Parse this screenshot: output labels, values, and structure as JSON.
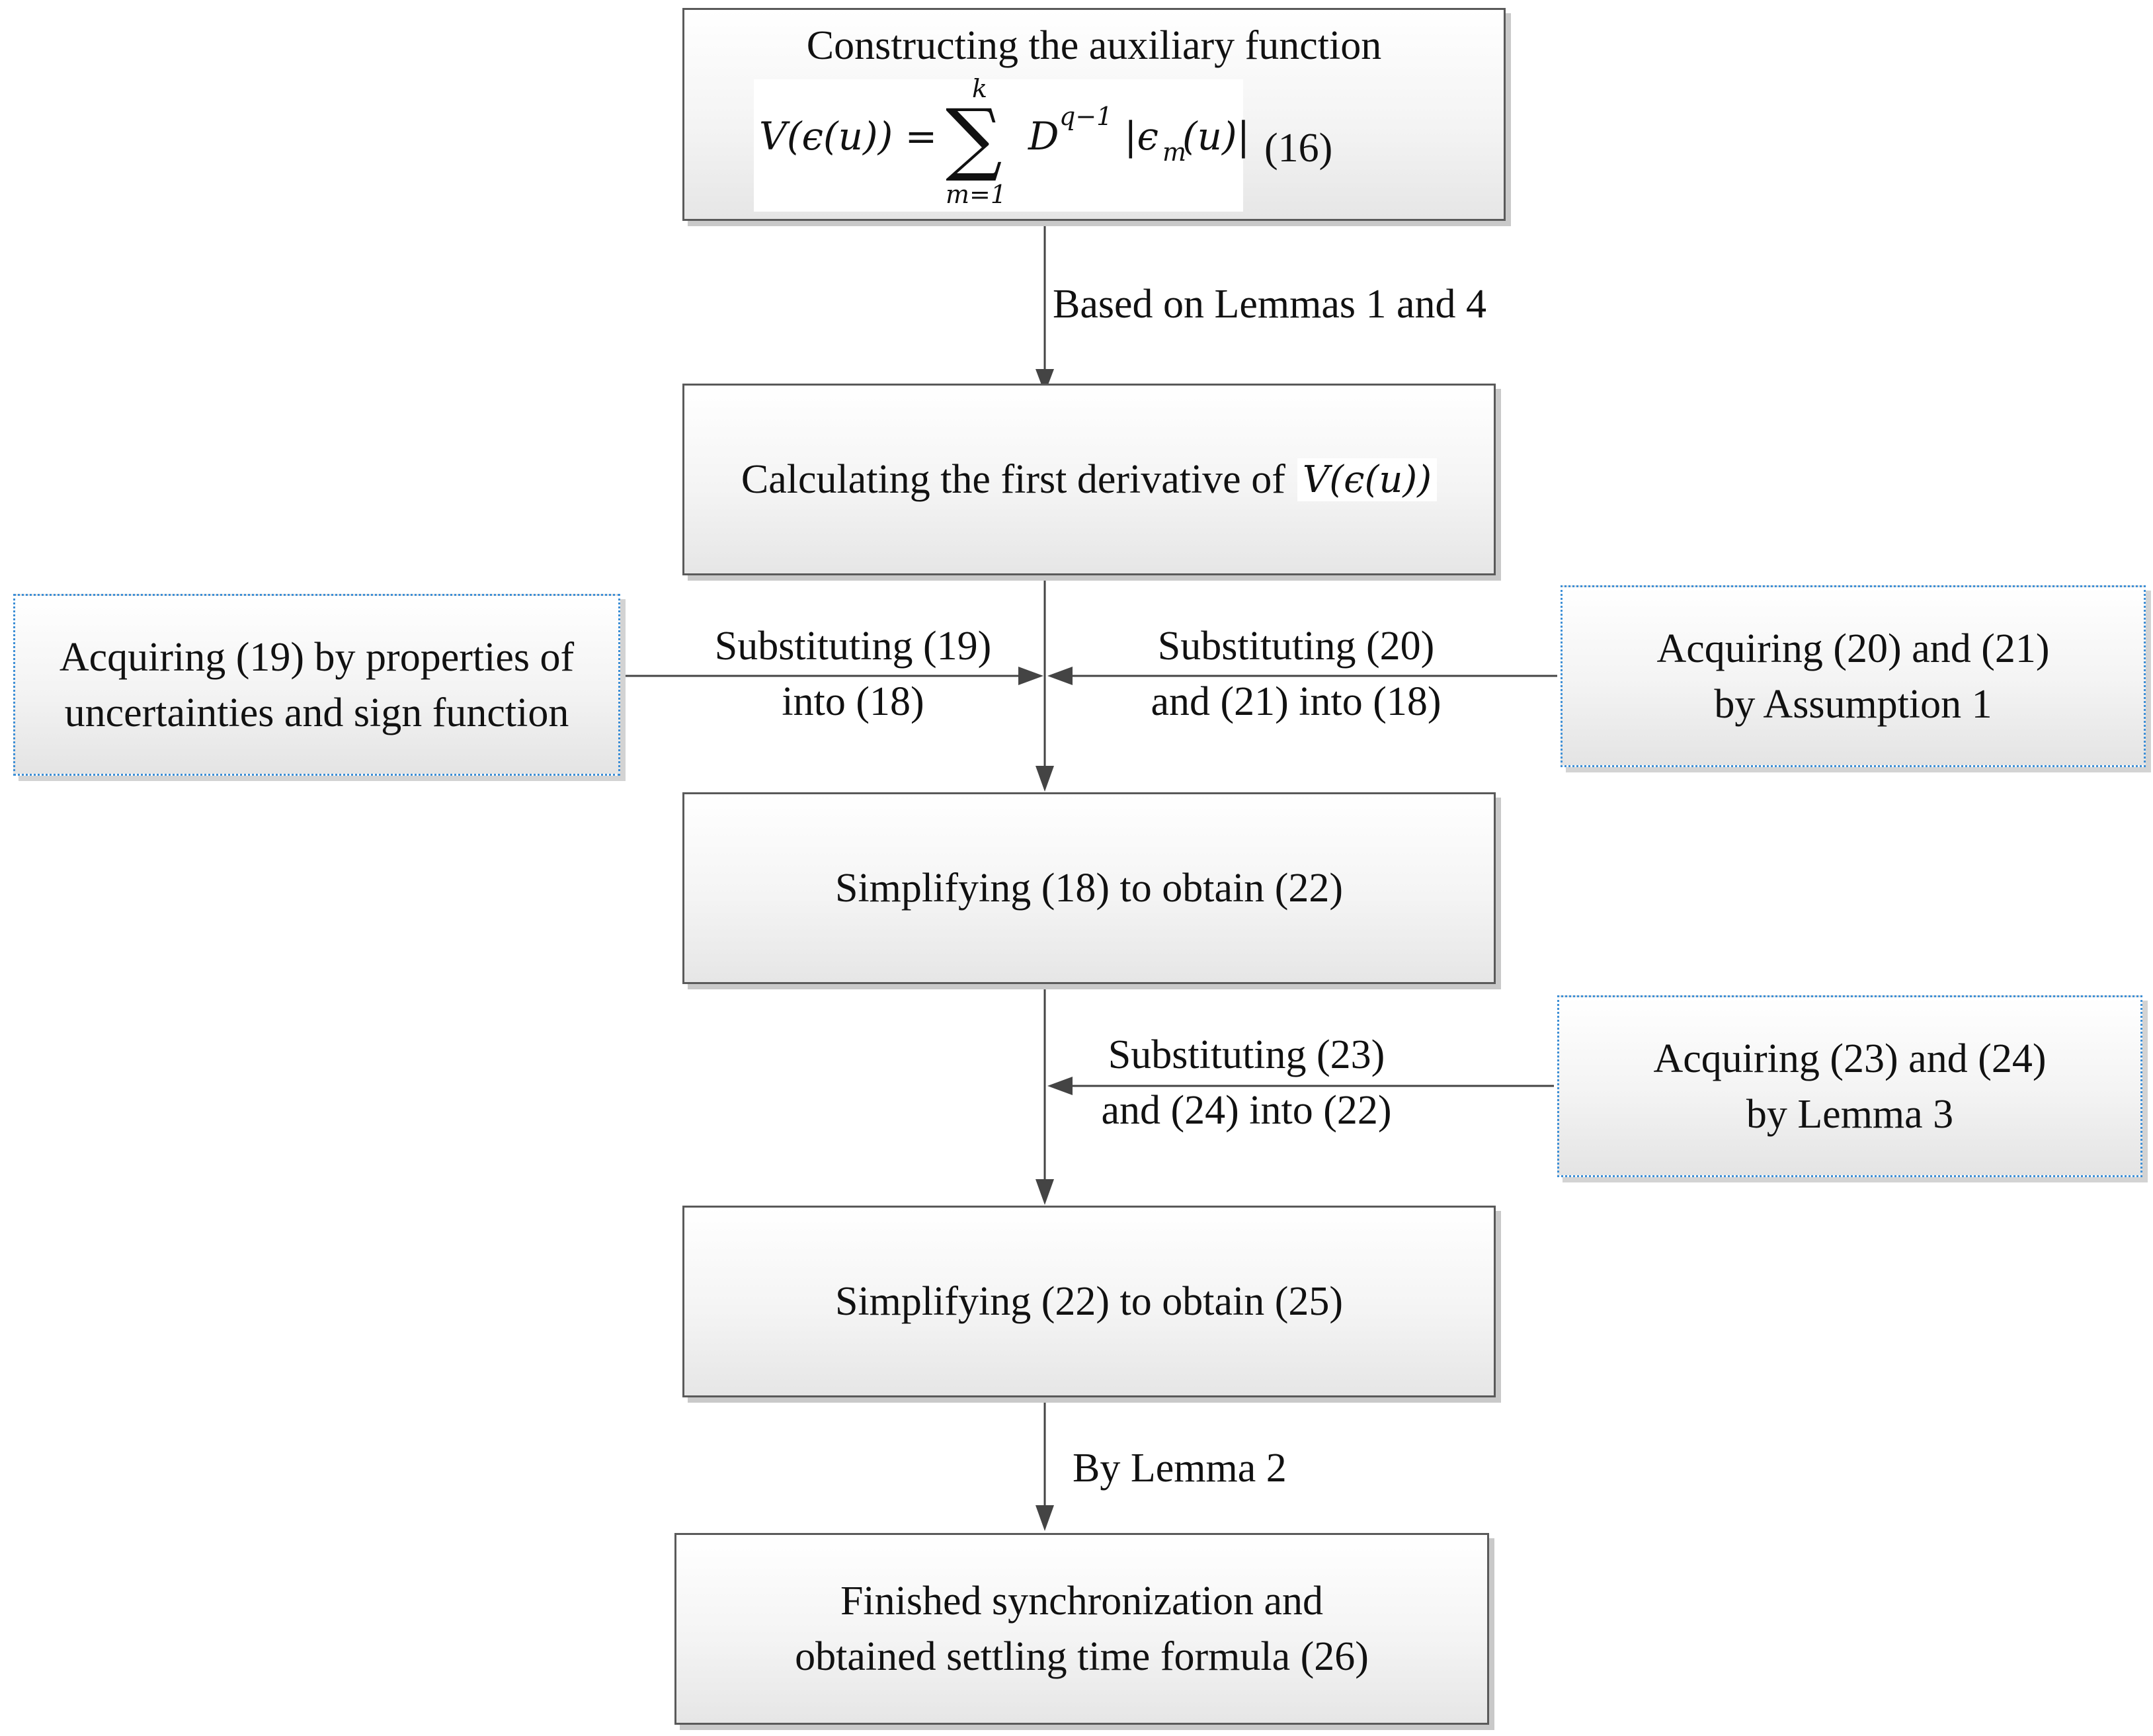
{
  "nodes": {
    "construct": {
      "title": "Constructing the auxiliary function",
      "eq_lhs": "V(ϵ(u)) =",
      "eq_sum": "∑",
      "eq_upper": "k",
      "eq_lower": "m=1",
      "eq_rhs": "D",
      "eq_exp": "q−1",
      "eq_abs": "|ϵ",
      "eq_sub": "m",
      "eq_tail": "(u)|",
      "eq_number": "(16)"
    },
    "derivative": {
      "text": "Calculating the first derivative of",
      "math": "V(ϵ(u))"
    },
    "simplify1": {
      "text": "Simplifying (18) to obtain (22)"
    },
    "simplify2": {
      "text": "Simplifying (22) to obtain (25)"
    },
    "finished": {
      "line1": "Finished synchronization  and",
      "line2": "obtained settling time formula (26)"
    },
    "acq19": {
      "line1": "Acquiring (19) by properties of",
      "line2": "uncertainties and sign function"
    },
    "acq2021": {
      "line1": "Acquiring (20) and (21)",
      "line2": "by  Assumption 1"
    },
    "acq2324": {
      "line1": "Acquiring (23) and (24)",
      "line2": "by  Lemma 3"
    }
  },
  "edges": {
    "lemmas14": "Based on Lemmas 1 and 4",
    "sub19_line1": "Substituting (19)",
    "sub19_line2": "into (18)",
    "sub2021_line1": "Substituting (20)",
    "sub2021_line2": "and (21) into (18)",
    "sub2324_line1": "Substituting (23)",
    "sub2324_line2": "and (24) into (22)",
    "lemma2": "By Lemma 2"
  },
  "colors": {
    "box_border": "#5a5a5a",
    "dashed_border": "#3d8fd6",
    "arrow": "#444444"
  }
}
